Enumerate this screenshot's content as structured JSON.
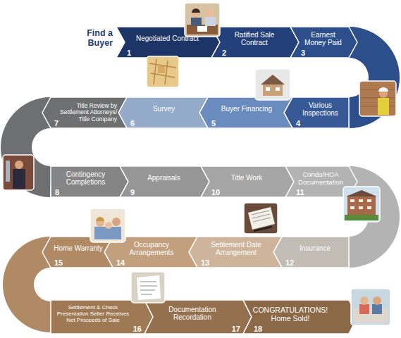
{
  "diagram": {
    "nodes": [
      {
        "text": [
          "Negotiated Contract",
          "1"
        ]
      },
      {
        "text": [
          "Ratified Sale Contract",
          "2"
        ]
      },
      {
        "text": [
          "Earnest Money Paid",
          "3"
        ]
      },
      {
        "text": [
          "Various Inspections",
          "4"
        ]
      },
      {
        "text": [
          "Buyer Financing",
          "5"
        ]
      },
      {
        "text": [
          "Survey",
          "6"
        ]
      },
      {
        "text": [
          "Title Review by Settlement Attorneys/ Title Company",
          "7"
        ]
      },
      {
        "text": [
          "Contingency Completions",
          "8"
        ]
      },
      {
        "text": [
          "Appraisals",
          "9"
        ]
      },
      {
        "text": [
          "Title Work",
          "10"
        ]
      },
      {
        "text": [
          "Condo/HOA Documentation",
          "11"
        ]
      },
      {
        "text": [
          "Insurance",
          "12"
        ]
      },
      {
        "text": [
          "Settlement Date Arrangement",
          "13"
        ]
      },
      {
        "text": [
          "Occupancy Arrangements",
          "14"
        ]
      },
      {
        "text": [
          "Home Warranty",
          "15"
        ]
      },
      {
        "text": [
          "Settlement & Check Presentation Seller Receives Net Proceeds of Sale",
          "16"
        ]
      },
      {
        "text": [
          "Documentation Recordation",
          "17"
        ]
      },
      {
        "text": [
          "CONGRATULATIONS! Home Sold!",
          "18"
        ]
      }
    ],
    "edges": [
      {
        "from": 2,
        "to": 3,
        "arrow": "none"
      },
      {
        "from": 6,
        "to": 7,
        "arrow": "none"
      },
      {
        "from": 10,
        "to": 11,
        "arrow": "none"
      },
      {
        "from": 14,
        "to": 15,
        "arrow": "none"
      }
    ],
    "labels": [
      "Find a Buyer"
    ]
  }
}
